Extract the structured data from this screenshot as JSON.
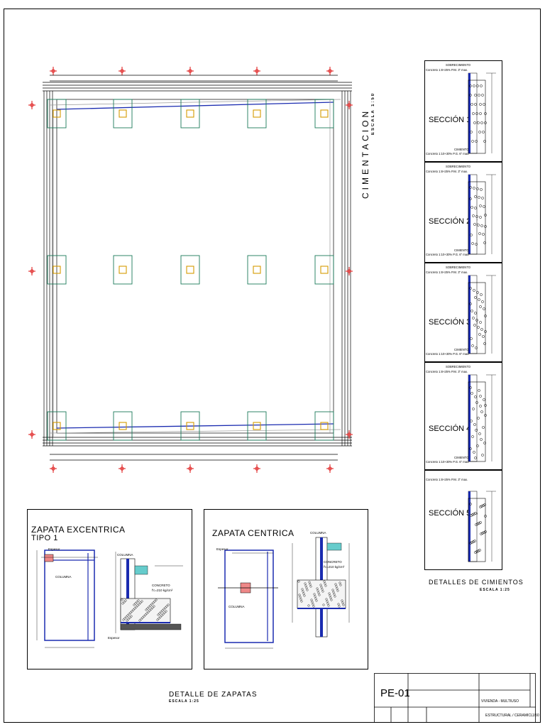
{
  "plan": {
    "title": "CIMENTACION",
    "scale": "ESCALA 1:50"
  },
  "sections": {
    "items": [
      {
        "label": "SECCIÓN 1-1"
      },
      {
        "label": "SECCIÓN 2-2"
      },
      {
        "label": "SECCIÓN 3-3"
      },
      {
        "label": "SECCIÓN 4-4"
      },
      {
        "label": "SECCIÓN 5-5"
      }
    ],
    "top_note": "SOBRECIMIENTO",
    "top_mix": "Concreto 1:8+25% P.M. 3\" max.",
    "bottom_note": "CIMIENTO",
    "bottom_mix": "Concreto 1:10+30% P.G. 6\" max.",
    "caption": "DETALLES DE CIMIENTOS",
    "caption_scale": "ESCALA 1:25"
  },
  "zapata_excentrica": {
    "title_line1": "ZAPATA EXCENTRICA",
    "title_line2": "TIPO 1",
    "label_espesor": "Espesor",
    "label_columna": "COLUMNA",
    "label_concreto": "CONCRETO",
    "label_fc": "f'c=210 kg/cm²",
    "label_espesor2": "Espesor"
  },
  "zapata_centrica": {
    "title": "ZAPATA CENTRICA",
    "label_espesor": "Espesor",
    "label_columna": "COLUMNA",
    "label_concreto": "CONCRETO",
    "label_fc": "f'c=210 kg/cm²"
  },
  "details_caption": "DETALLE DE ZAPATAS",
  "details_scale": "ESCALA 1:25",
  "titleblock": {
    "sheet": "PE-01",
    "project": "VIVIENDA - MULTIUSO",
    "specialty": "ESTRUCTURAL / CERAMICL",
    "scale": "1/50"
  }
}
